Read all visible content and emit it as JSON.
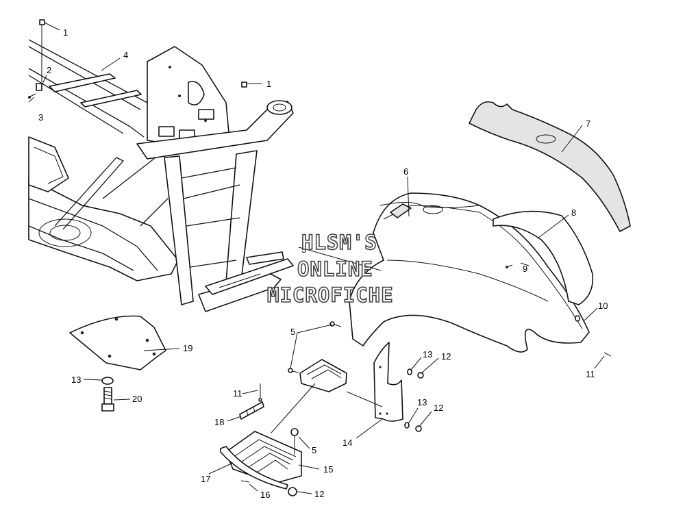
{
  "diagram": {
    "watermark": {
      "line1": "HLSM'S",
      "line2": "ONLINE",
      "line3": "MICROFICHE"
    },
    "callouts": {
      "c1a": "1",
      "c2": "2",
      "c3": "3",
      "c4": "4",
      "c1b": "1",
      "c7": "7",
      "c6": "6",
      "c8": "8",
      "c5a": "5",
      "c9": "9",
      "c10": "10",
      "c11a": "11",
      "c5b": "5",
      "c13a": "13",
      "c12a": "12",
      "c19": "19",
      "c13b": "13",
      "c20": "20",
      "c11b": "11",
      "c18": "18",
      "c13c": "13",
      "c12b": "12",
      "c14": "14",
      "c5c": "5",
      "c15": "15",
      "c17": "17",
      "c16": "16",
      "c12c": "12"
    }
  }
}
